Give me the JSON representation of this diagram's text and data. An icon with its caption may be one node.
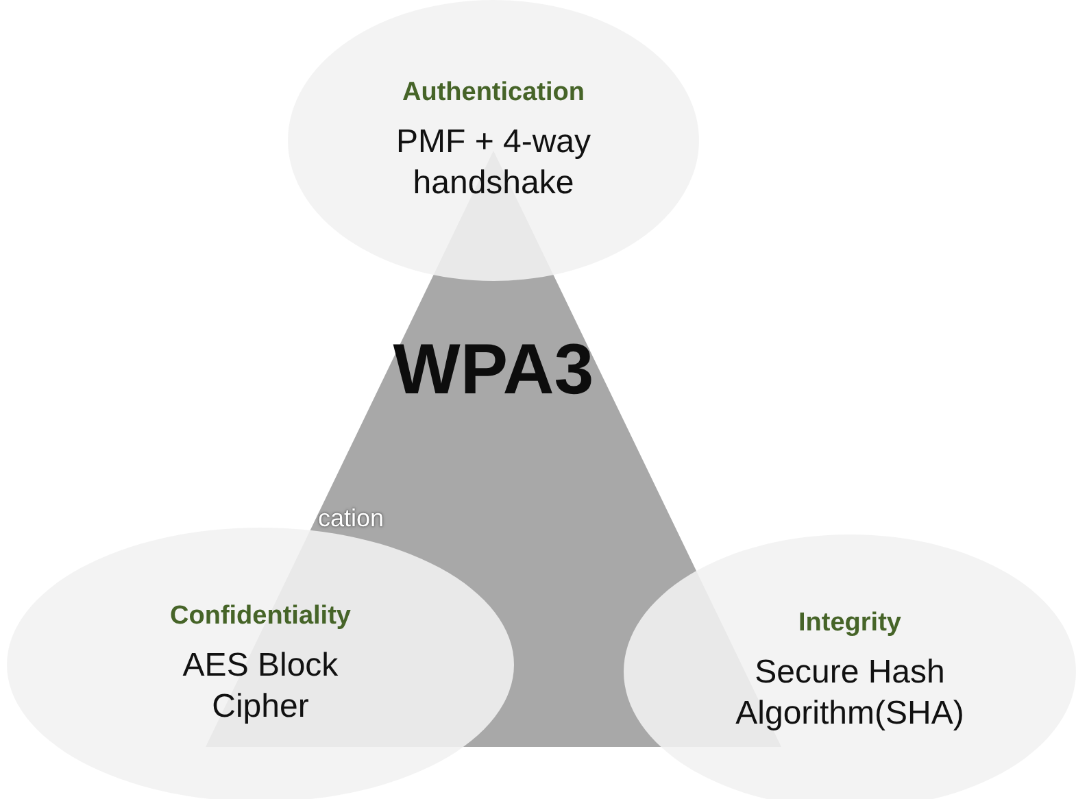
{
  "diagram": {
    "nodes": [
      {
        "text": [
          "Authentication",
          "PMF + 4-way handshake"
        ]
      },
      {
        "text": [
          "WPA3"
        ]
      },
      {
        "text": [
          "Confidentiality",
          "AES Block Cipher"
        ]
      },
      {
        "text": [
          "Integrity",
          "Secure Hash Algorithm(SHA)"
        ]
      }
    ],
    "labels": [
      "cation"
    ]
  }
}
